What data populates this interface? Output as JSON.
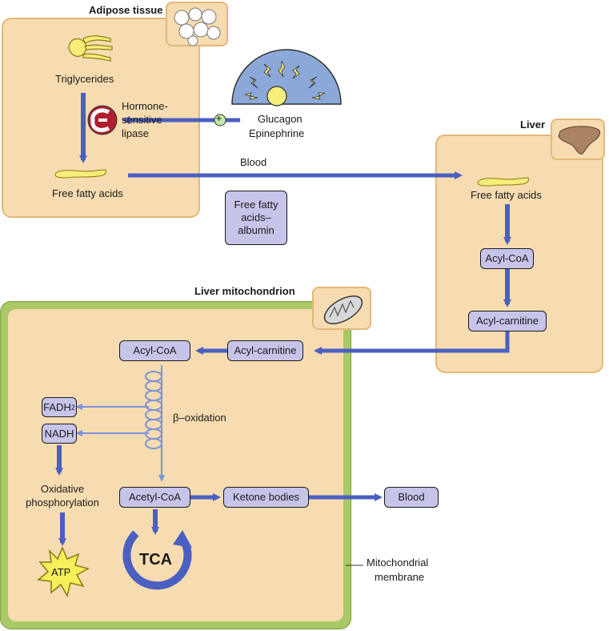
{
  "adipose": {
    "title": "Adipose tissue",
    "triglycerides": "Triglycerides",
    "lipase_line1": "Hormone-",
    "lipase_line2": "sensitive",
    "lipase_line3": "lipase",
    "ffa": "Free fatty acids"
  },
  "hormones": {
    "glucagon": "Glucagon",
    "epinephrine": "Epinephrine",
    "plus_sign": "+"
  },
  "blood_label": "Blood",
  "albumin_box": {
    "line1": "Free fatty",
    "line2": "acids–",
    "line3": "albumin"
  },
  "liver": {
    "title": "Liver",
    "ffa": "Free fatty acids",
    "acyl_coa": "Acyl-CoA",
    "acyl_carnitine": "Acyl-carnitine"
  },
  "mito": {
    "title": "Liver mitochondrion",
    "acyl_carnitine": "Acyl-carnitine",
    "acyl_coa": "Acyl-CoA",
    "fadh2_base": "FADH",
    "fadh2_sub": "2",
    "nadh": "NADH",
    "beta_oxidation": "β–oxidation",
    "oxidative_line1": "Oxidative",
    "oxidative_line2": "phosphorylation",
    "atp": "ATP",
    "acetyl_coa": "Acetyl-CoA",
    "tca": "TCA",
    "ketone_bodies": "Ketone bodies",
    "blood": "Blood",
    "membrane_line1": "Mitochondrial",
    "membrane_line2": "membrane"
  },
  "colors": {
    "arrow": "#4a5fc1",
    "light_arrow": "#7c93d8",
    "panel": "#f6dcb0",
    "box": "#c7c4ea",
    "membrane": "#a9c964"
  }
}
